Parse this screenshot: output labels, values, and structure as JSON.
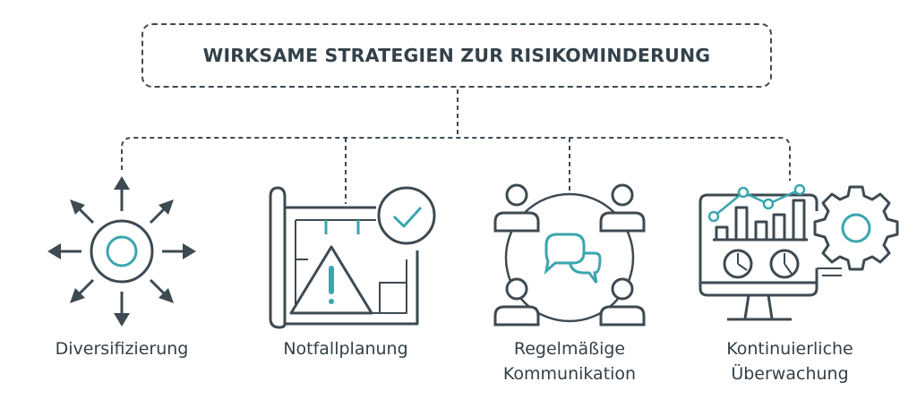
{
  "title": "WIRKSAME STRATEGIEN ZUR RISIKOMINDERUNG",
  "colors": {
    "dark": "#3e4a52",
    "accent": "#3aa6ad",
    "background": "#ffffff"
  },
  "strategies": [
    {
      "icon": "diversification-icon",
      "lines": [
        "Diversifizierung"
      ]
    },
    {
      "icon": "contingency-plan-icon",
      "lines": [
        "Notfallplanung"
      ]
    },
    {
      "icon": "communication-icon",
      "lines": [
        "Regelmäßige",
        "Kommunikation"
      ]
    },
    {
      "icon": "monitoring-icon",
      "lines": [
        "Kontinuierliche",
        "Überwachung"
      ]
    }
  ]
}
